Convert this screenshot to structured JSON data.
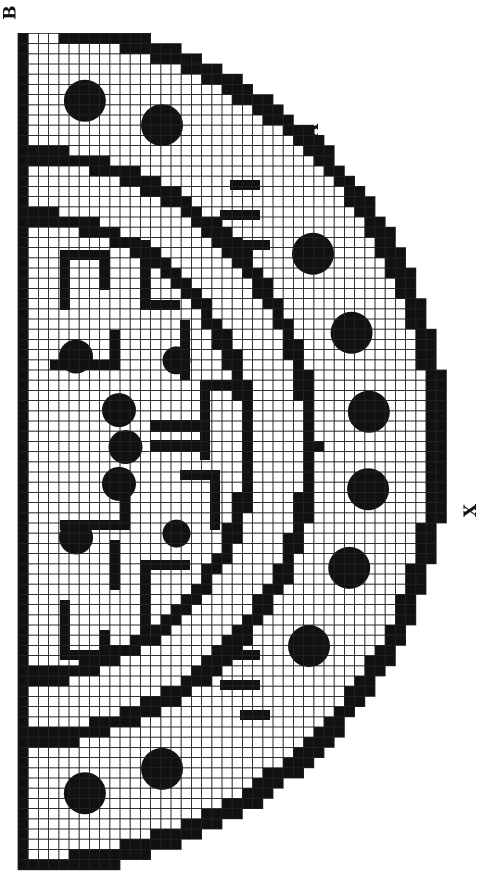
{
  "labels": {
    "b": "B",
    "a": "A",
    "x": "X"
  },
  "pattern": {
    "description_kind": "filet crochet half-doily chart",
    "grid_line_color": "#222222",
    "filled_color": "#111111",
    "empty_color": "#ffffff"
  }
}
